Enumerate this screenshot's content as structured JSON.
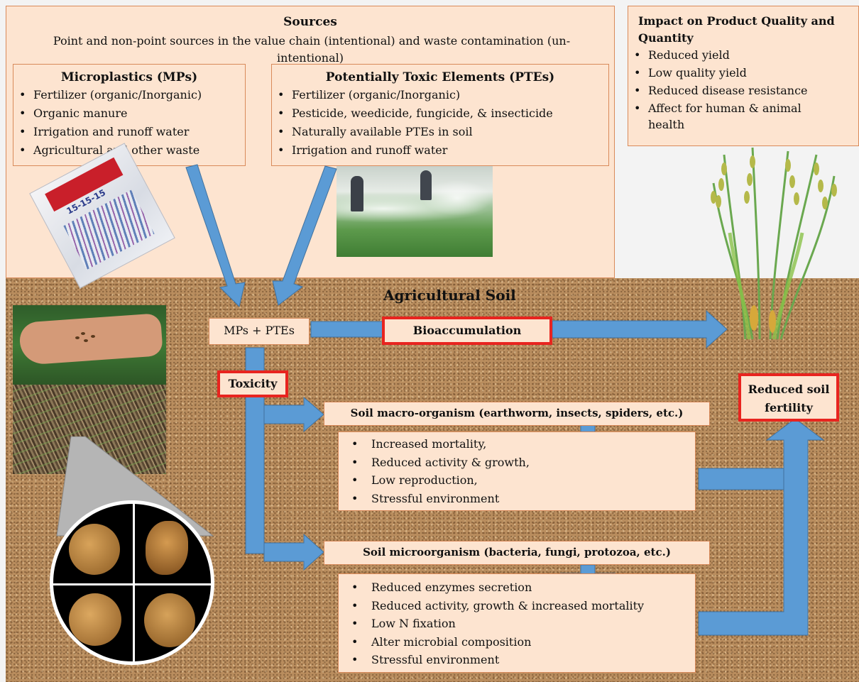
{
  "sources": {
    "title": "Sources",
    "subtitle_line1": "Point and non-point sources in the value chain (intentional) and waste contamination (un-",
    "subtitle_line2": "intentional)"
  },
  "microplastics": {
    "title": "Microplastics (MPs)",
    "items": [
      "Fertilizer (organic/Inorganic)",
      "Organic manure",
      "Irrigation and runoff water",
      "Agricultural and other waste"
    ]
  },
  "ptes": {
    "title": "Potentially Toxic Elements (PTEs)",
    "items": [
      "Fertilizer (organic/Inorganic)",
      "Pesticide, weedicide, fungicide, & insecticide",
      "Naturally available PTEs in soil",
      "Irrigation and runoff water"
    ]
  },
  "impact": {
    "title_line1": "Impact on Product Quality and",
    "title_line2": "Quantity",
    "items": [
      "Reduced yield",
      "Low quality yield",
      "Reduced disease resistance",
      "Affect for human & animal"
    ],
    "item_cont": "health"
  },
  "soil": {
    "title": "Agricultural Soil",
    "mps_ptes": "MPs + PTEs",
    "bioaccumulation": "Bioaccumulation",
    "toxicity": "Toxicity",
    "reduced_fertility_line1": "Reduced soil",
    "reduced_fertility_line2": "fertility"
  },
  "macro": {
    "title": "Soil macro-organism (earthworm, insects, spiders, etc.)",
    "items": [
      "Increased mortality,",
      "Reduced activity & growth,",
      "Low reproduction,",
      "Stressful environment"
    ]
  },
  "micro": {
    "title": "Soil microorganism (bacteria, fungi, protozoa, etc.)",
    "items": [
      "Reduced enzymes secretion",
      "Reduced activity, growth & increased mortality",
      "Low N fixation",
      "Alter microbial composition",
      "Stressful environment"
    ]
  },
  "fertilizer_bag_label": "15-15-15",
  "colors": {
    "box_fill": "#fde4d0",
    "box_border": "#d98a5a",
    "red_border": "#e8241f",
    "arrow_blue": "#5b9bd5",
    "soil": "#b98d5e"
  }
}
